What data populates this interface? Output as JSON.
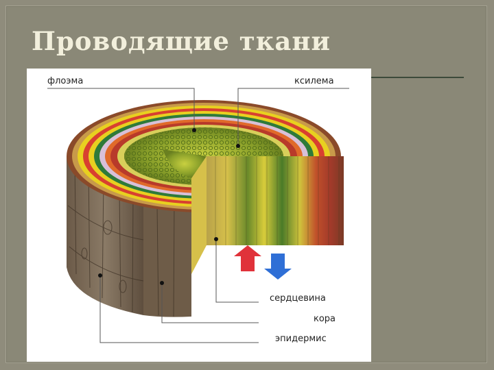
{
  "slide": {
    "title": "Проводящие ткани"
  },
  "diagram": {
    "labels": {
      "phloem": "флоэма",
      "xylem": "ксилема",
      "pith": "сердцевина",
      "cortex": "кора",
      "epidermis": "эпидермис"
    },
    "arrows": {
      "up_color": "#e0323a",
      "down_color": "#2f6fd6"
    },
    "ring_colors": [
      "#8a4a2a",
      "#c89a4a",
      "#e8d020",
      "#d84030",
      "#2e7a3a",
      "#d8c0d8",
      "#e06a2a",
      "#d0d030"
    ]
  }
}
